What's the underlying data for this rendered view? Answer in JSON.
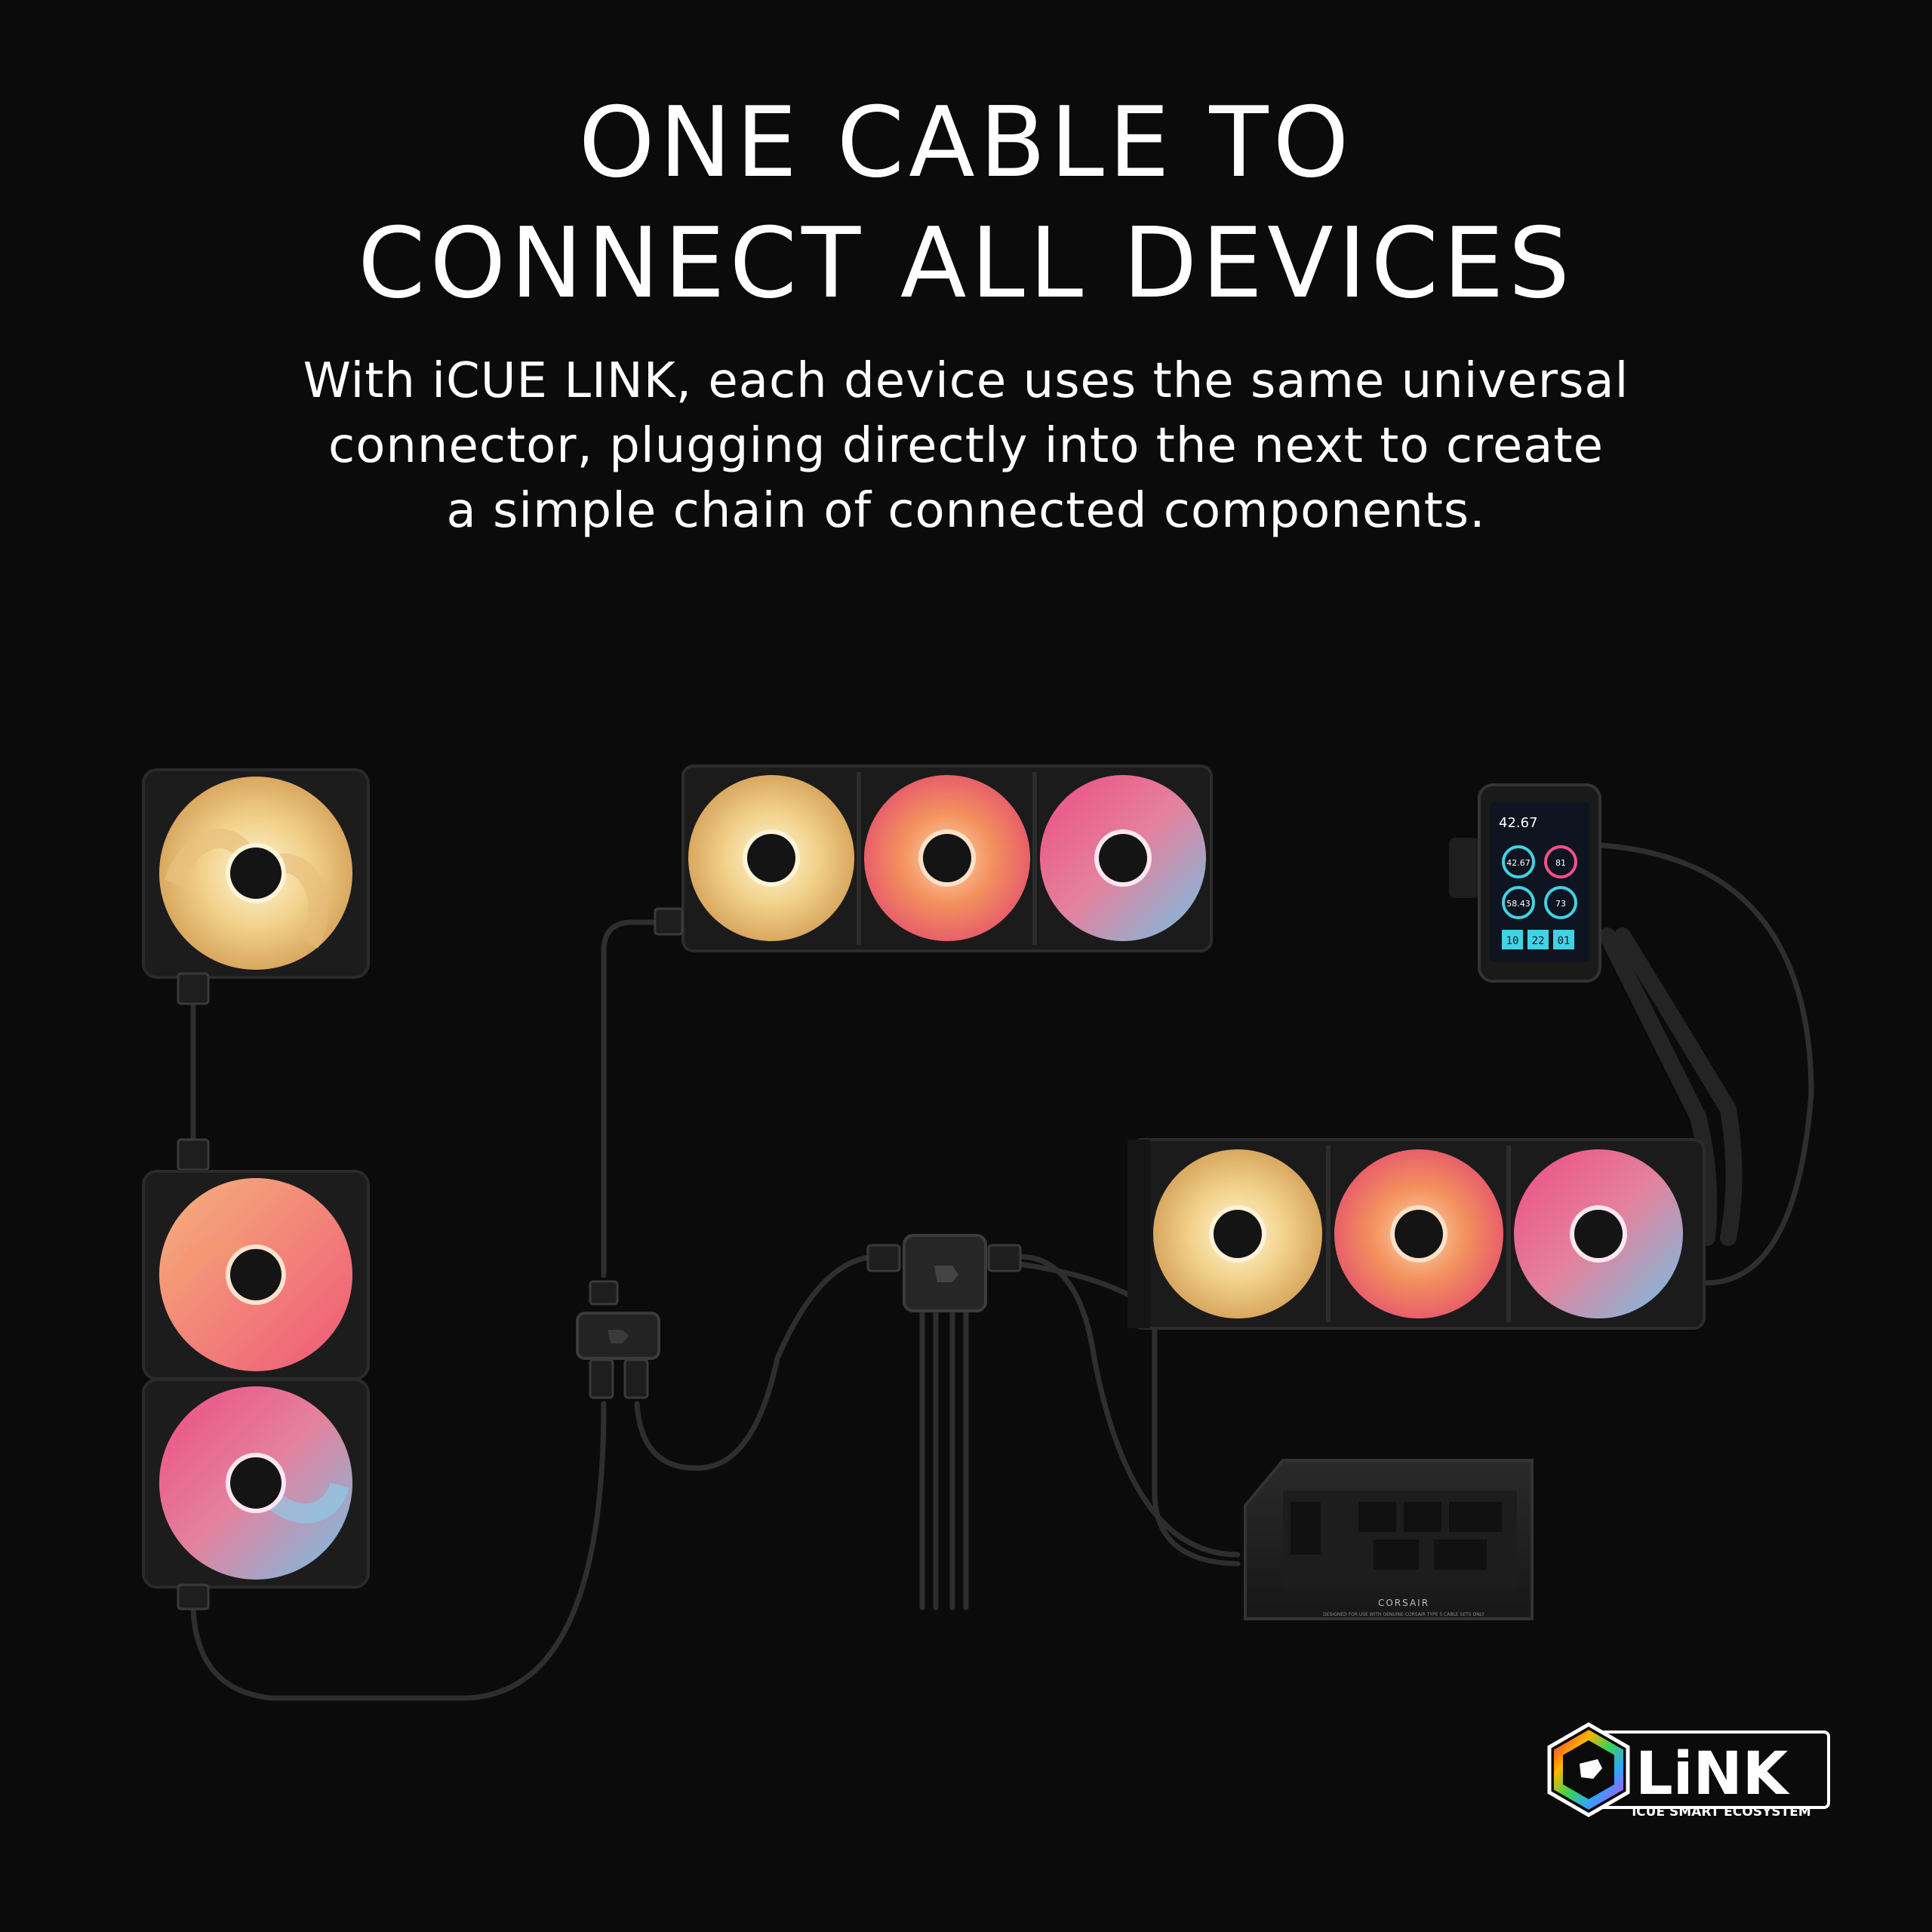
{
  "headline": {
    "line1": "ONE CABLE TO",
    "line2": "CONNECT ALL DEVICES"
  },
  "subtext": {
    "line1": "With iCUE LINK, each device uses the same universal",
    "line2": "connector, plugging directly into the next to create",
    "line3": "a simple chain of connected components."
  },
  "lcd": {
    "top_value": "42.67",
    "gauge1": "42.67",
    "gauge2": "81",
    "gauge3": "58.43",
    "gauge4": "73",
    "clock": [
      "10",
      "22",
      "01"
    ]
  },
  "psu": {
    "brand": "CORSAIR",
    "fine_print": "DESIGNED FOR USE WITH GENUINE CORSAIR TYPE 5 CABLE SETS ONLY"
  },
  "logo": {
    "word": "LiNK",
    "tagline": "iCUE SMART ECOSYSTEM"
  },
  "colors": {
    "background": "#0b0b0b",
    "fan_frame": "#1c1c1c",
    "fan_warm": "#f2d28c",
    "fan_orange": "#f3915e",
    "fan_pink": "#ee5a86",
    "fan_blue": "#6fc2e6",
    "lcd_cyan": "#3fd3e6",
    "lcd_pink": "#ff4f8b"
  }
}
